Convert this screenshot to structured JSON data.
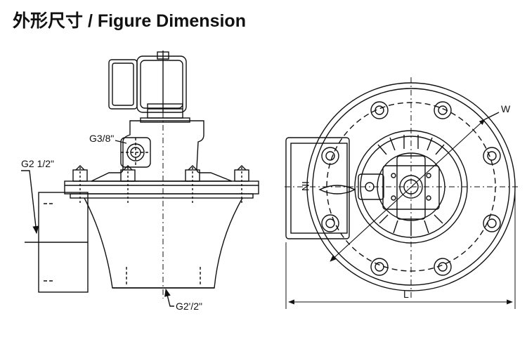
{
  "title": "外形尺寸 / Figure Dimension",
  "side_view": {
    "label_pilot_port": "G3/8\"",
    "label_inlet": "G2 1/2\"",
    "label_outlet": "G2'/2\""
  },
  "top_view": {
    "label_w": "W",
    "label_in": "IN",
    "label_l": "L"
  },
  "colors": {
    "line": "#111111",
    "background": "#ffffff"
  }
}
